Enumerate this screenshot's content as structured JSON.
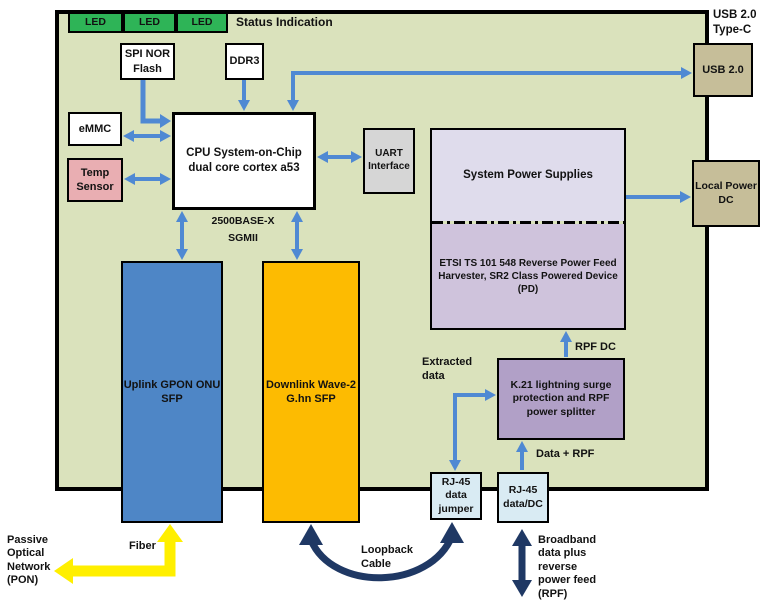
{
  "colors": {
    "board_bg": "#dae2bc",
    "led_green": "#2eb457",
    "arrow_blue": "#4f89d3",
    "navy": "#1f3864",
    "yellow": "#ffef00",
    "uplink_blue": "#4e86c6",
    "downlink_orange": "#fdbb01",
    "purple": "#b1a0c7",
    "lavender_light": "#dfdcec",
    "lavender_dark": "#cfc3dc",
    "tan": "#c6be99",
    "pink": "#e9aeb2",
    "gray": "#d6d6d6",
    "rj45_blue": "#d9ebf3"
  },
  "board": {
    "leds": [
      "LED",
      "LED",
      "LED"
    ],
    "status_label": "Status Indication"
  },
  "nodes": {
    "spi_nor": "SPI NOR\nFlash",
    "ddr3": "DDR3",
    "emmc": "eMMC",
    "temp_sensor": "Temp\nSensor",
    "cpu": "CPU System-on-Chip\ndual core cortex a53",
    "uart": "UART\nInterface",
    "system_power": "System Power Supplies",
    "rpf_harvester": "ETSI TS 101 548 Reverse Power Feed\nHarvester, SR2 Class Powered Device\n(PD)",
    "usb": "USB 2.0",
    "local_power": "Local Power\nDC",
    "k21": "K.21 lightning surge\nprotection and RPF\npower splitter",
    "uplink_sfp": "Uplink GPON ONU\nSFP",
    "downlink_sfp": "Downlink Wave-2\nG.hn SFP",
    "rj45_jumper": "RJ-45\ndata\njumper",
    "rj45_datadc": "RJ-45\ndata/DC"
  },
  "labels": {
    "usb_type": "USB 2.0\nType-C",
    "sgmii": "2500BASE-X\nSGMII",
    "rpf_dc": "RPF DC",
    "extracted": "Extracted\ndata",
    "data_rpf": "Data + RPF",
    "fiber": "Fiber",
    "loopback": "Loopback\nCable",
    "broadband": "Broadband\ndata plus\nreverse\npower feed\n(RPF)",
    "pon": "Passive\nOptical\nNetwork\n(PON)"
  }
}
